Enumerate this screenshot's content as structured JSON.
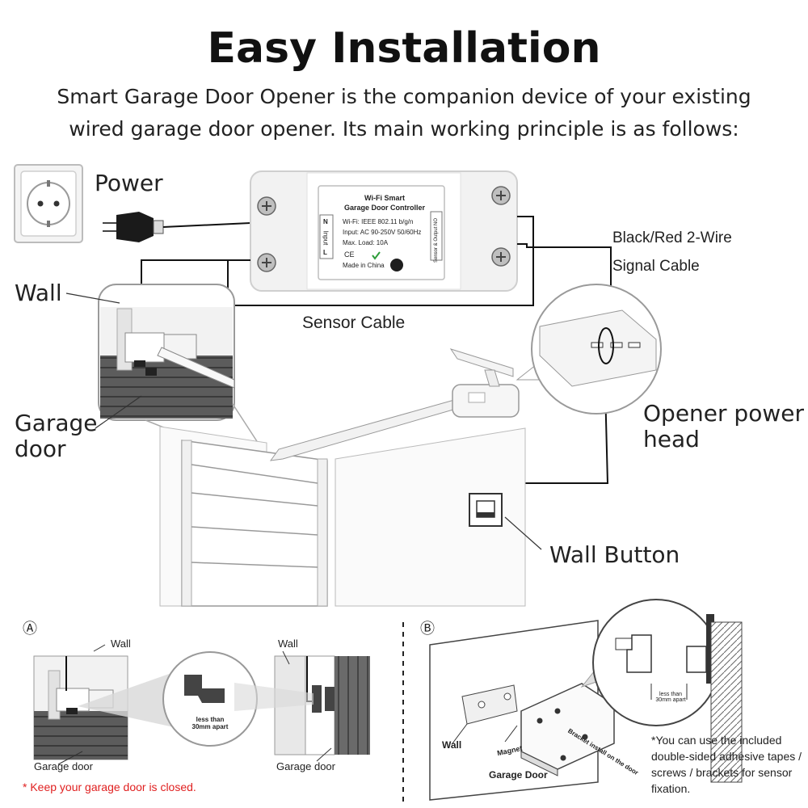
{
  "header": {
    "title": "Easy Installation",
    "subtitle_line1": "Smart Garage Door Opener is the companion device of your existing",
    "subtitle_line2": "wired garage door opener. Its main working principle is as follows:"
  },
  "labels": {
    "power": "Power",
    "wall": "Wall",
    "garage_door_line1": "Garage",
    "garage_door_line2": "door",
    "sensor_cable": "Sensor Cable",
    "signal_cable_line1": "Black/Red 2-Wire",
    "signal_cable_line2": "Signal Cable",
    "opener_line1": "Opener power",
    "opener_line2": "head",
    "wall_button": "Wall Button"
  },
  "device": {
    "brand": "Wi-Fi Smart",
    "name": "Garage Door Controller",
    "spec_wifi": "Wi-Fi: IEEE 802.11 b/g/n",
    "spec_input": "Input: AC 90-250V 50/60Hz",
    "spec_load": "Max. Load: 10A",
    "cert": "CE",
    "made_in": "Made in China",
    "terminal_n": "N",
    "terminal_input": "Input",
    "terminal_l": "L",
    "terminal_right": "Sensor & Output NO"
  },
  "panel_a": {
    "marker": "Ⓐ",
    "wall_left": "Wall",
    "wall_right": "Wall",
    "gap_line1": "less than",
    "gap_line2": "30mm apart",
    "garage_door_left": "Garage door",
    "garage_door_right": "Garage door",
    "warning": "* Keep your garage door is closed."
  },
  "panel_b": {
    "marker": "Ⓑ",
    "wall": "Wall",
    "magnet": "Magnet",
    "bracket": "Bracket install on the door",
    "garage_door": "Garage Door",
    "gap_line1": "less than",
    "gap_line2": "30mm apart",
    "note_line1": "*You can use the included",
    "note_line2": "double-sided adhesive tapes /",
    "note_line3": "screws / brackets for sensor",
    "note_line4": "fixation."
  },
  "colors": {
    "text": "#222222",
    "warning": "#e02020",
    "cable": "#111111",
    "device_body": "#f2f2f2",
    "device_outline": "#cfcfcf"
  }
}
